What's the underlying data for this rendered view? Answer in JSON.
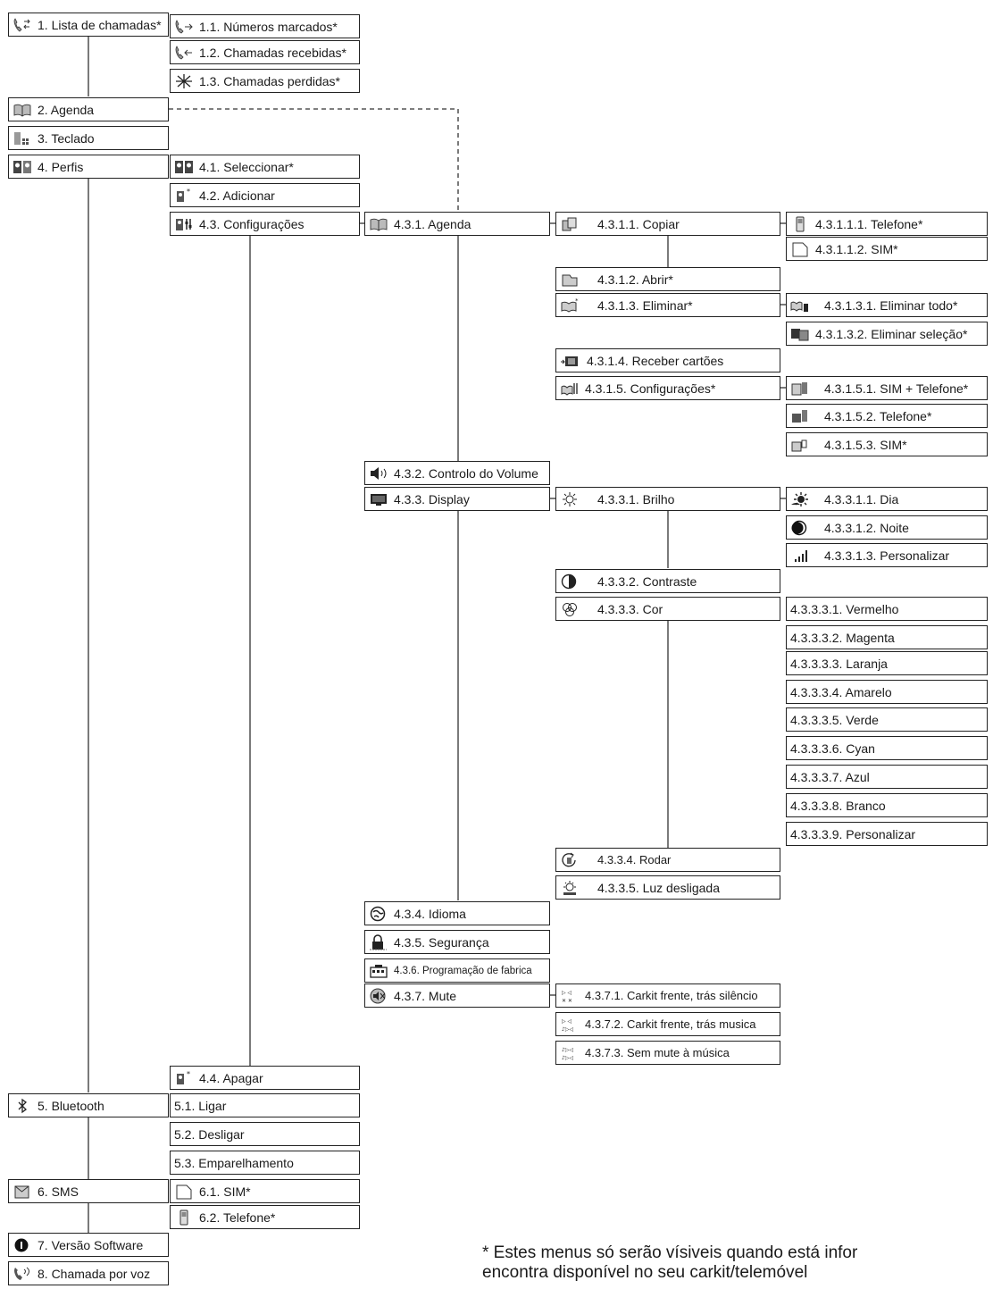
{
  "nodes": {
    "n1": "1. Lista de chamadas*",
    "n11": "1.1. Números marcados*",
    "n12": "1.2. Chamadas recebidas*",
    "n13": "1.3. Chamadas perdidas*",
    "n2": "2.  Agenda",
    "n3": "3.  Teclado",
    "n4": "4.  Perfis",
    "n41": "4.1.  Seleccionar*",
    "n42": "4.2.  Adicionar",
    "n43": "4.3. Configurações",
    "n431": "4.3.1. Agenda",
    "n4311": "4.3.1.1. Copiar",
    "n43111": "4.3.1.1.1.  Telefone*",
    "n43112": "4.3.1.1.2.  SIM*",
    "n4312": "4.3.1.2. Abrir*",
    "n4313": "4.3.1.3. Eliminar*",
    "n43131": "4.3.1.3.1.  Eliminar todo*",
    "n43132": "4.3.1.3.2. Eliminar seleção*",
    "n4314": "4.3.1.4. Receber cartões",
    "n4315": "4.3.1.5. Configurações*",
    "n43151": "4.3.1.5.1. SIM + Telefone*",
    "n43152": "4.3.1.5.2. Telefone*",
    "n43153": "4.3.1.5.3. SIM*",
    "n432": "4.3.2.  Controlo do Volume",
    "n433": "4.3.3. Display",
    "n4331": "4.3.3.1. Brilho",
    "n43311": "4.3.3.1.1.  Dia",
    "n43312": "4.3.3.1.2.  Noite",
    "n43313": "4.3.3.1.3.  Personalizar",
    "n4332": "4.3.3.2.  Contraste",
    "n4333": "4.3.3.3.  Cor",
    "n43331": "4.3.3.3.1. Vermelho",
    "n43332": "4.3.3.3.2. Magenta",
    "n43333": "4.3.3.3.3. Laranja",
    "n43334": "4.3.3.3.4. Amarelo",
    "n43335": "4.3.3.3.5. Verde",
    "n43336": "4.3.3.3.6. Cyan",
    "n43337": "4.3.3.3.7. Azul",
    "n43338": "4.3.3.3.8. Branco",
    "n43339": "4.3.3.3.9. Personalizar",
    "n4334": "4.3.3.4. Rodar",
    "n4335": "4.3.3.5.  Luz desligada",
    "n434": "4.3.4.   Idioma",
    "n435": "4.3.5.  Segurança",
    "n436": "4.3.6. Programação de fabrica",
    "n437": "4.3.7.  Mute",
    "n4371": "4.3.7.1. Carkit frente, trás silêncio",
    "n4372": "4.3.7.2. Carkit frente, trás musica",
    "n4373": "4.3.7.3. Sem mute à música",
    "n44": "4.4. Apagar",
    "n5": "5.  Bluetooth",
    "n51": "5.1. Ligar",
    "n52": "5.2. Desligar",
    "n53": "5.3. Emparelhamento",
    "n6": "6.  SMS",
    "n61": "6.1.  SIM*",
    "n62": "6.2.  Telefone*",
    "n7": "7. Versão Software",
    "n8": "8. Chamada por voz"
  },
  "footnote": "* Estes menus só serão vísiveis quando está infor\nencontra disponível no seu carkit/telemóvel"
}
